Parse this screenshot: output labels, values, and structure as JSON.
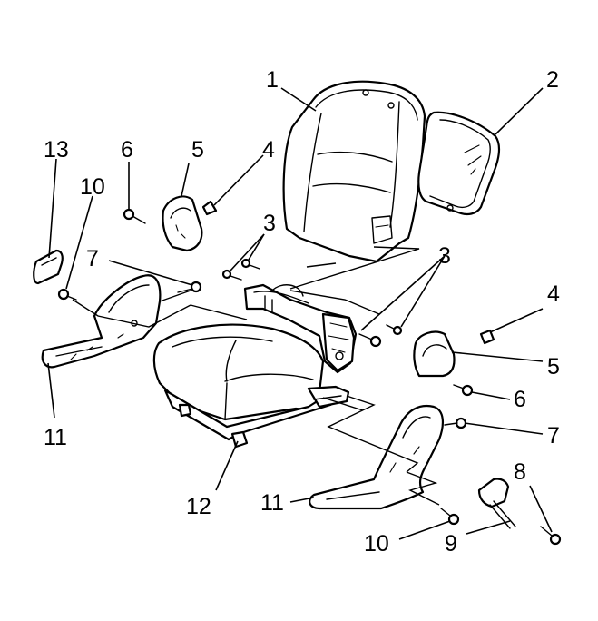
{
  "callouts": {
    "c1": "1",
    "c2": "2",
    "c3a": "3",
    "c3b": "3",
    "c4a": "4",
    "c4b": "4",
    "c5a": "5",
    "c5b": "5",
    "c6a": "6",
    "c6b": "6",
    "c7a": "7",
    "c7b": "7",
    "c8": "8",
    "c9": "9",
    "c10a": "10",
    "c10b": "10",
    "c11a": "11",
    "c11b": "11",
    "c12": "12",
    "c13": "13"
  }
}
